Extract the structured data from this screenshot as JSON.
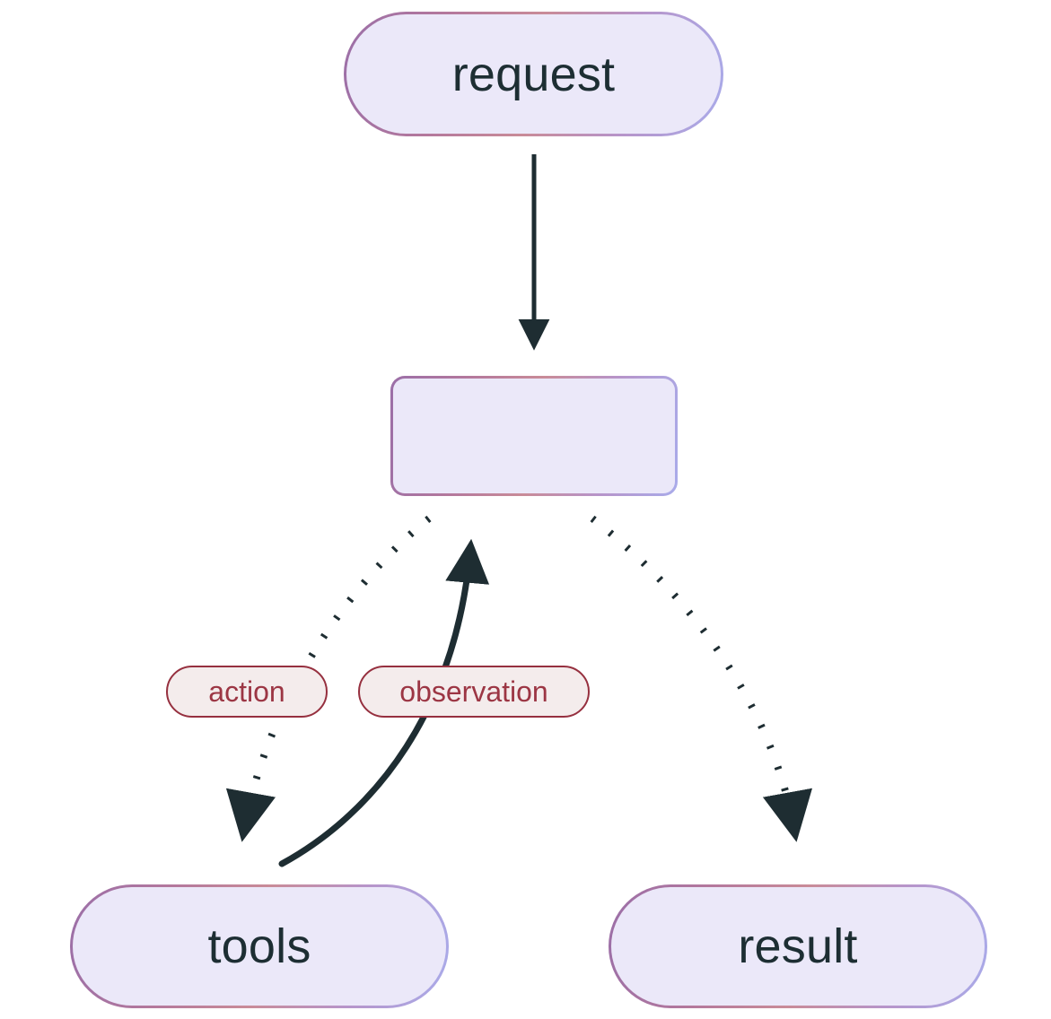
{
  "diagram": {
    "type": "flowchart",
    "direction": "top-down",
    "background_color": "#ffffff",
    "node_fill_color": "#ebe8f9",
    "node_border_gradient": [
      "#9b6fa8",
      "#c98b98",
      "#a9abea"
    ],
    "node_text_color": "#1d2e33",
    "edge_color": "#1e2d32",
    "edge_label_fill_color": "#f4ecec",
    "edge_label_border_color": "#96303f",
    "edge_label_text_color": "#9c3644",
    "nodes": [
      {
        "id": "request",
        "label": "request",
        "shape": "stadium"
      },
      {
        "id": "agent",
        "label": "",
        "shape": "rounded-rect"
      },
      {
        "id": "tools",
        "label": "tools",
        "shape": "stadium"
      },
      {
        "id": "result",
        "label": "result",
        "shape": "stadium"
      }
    ],
    "edges": [
      {
        "id": "request-to-agent",
        "from": "request",
        "to": "agent",
        "style": "solid",
        "label": ""
      },
      {
        "id": "agent-to-tools",
        "from": "agent",
        "to": "tools",
        "style": "dotted",
        "label": "action"
      },
      {
        "id": "tools-to-agent",
        "from": "tools",
        "to": "agent",
        "style": "solid",
        "label": "observation"
      },
      {
        "id": "agent-to-result",
        "from": "agent",
        "to": "result",
        "style": "dotted",
        "label": ""
      }
    ],
    "labels": {
      "action": "action",
      "observation": "observation"
    }
  }
}
